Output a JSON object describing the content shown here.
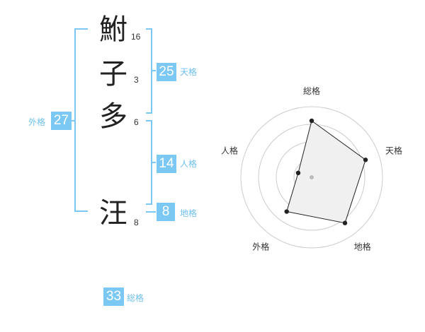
{
  "colors": {
    "accent": "#7cc8f4",
    "label": "#6ec0ef",
    "text": "#222222",
    "grid": "#cccccc",
    "fill": "#f0f0f0",
    "line": "#222222"
  },
  "characters": [
    {
      "char": "鮒",
      "strokes": "16"
    },
    {
      "char": "子",
      "strokes": "3"
    },
    {
      "char": "多",
      "strokes": "6"
    },
    {
      "char": "汪",
      "strokes": "8"
    }
  ],
  "fortunes": {
    "tenkaku": {
      "value": "25",
      "label": "天格"
    },
    "jinkaku": {
      "value": "14",
      "label": "人格"
    },
    "chikaku": {
      "value": "8",
      "label": "地格"
    },
    "gaikaku": {
      "value": "27",
      "label": "外格"
    },
    "soukaku": {
      "value": "33",
      "label": "総格"
    }
  },
  "chart_data": {
    "type": "radar",
    "axes": [
      "総格",
      "天格",
      "地格",
      "外格",
      "人格"
    ],
    "values": [
      0.8,
      0.8,
      0.8,
      0.6,
      0.2
    ],
    "range": [
      0,
      1
    ],
    "rings": 4
  }
}
